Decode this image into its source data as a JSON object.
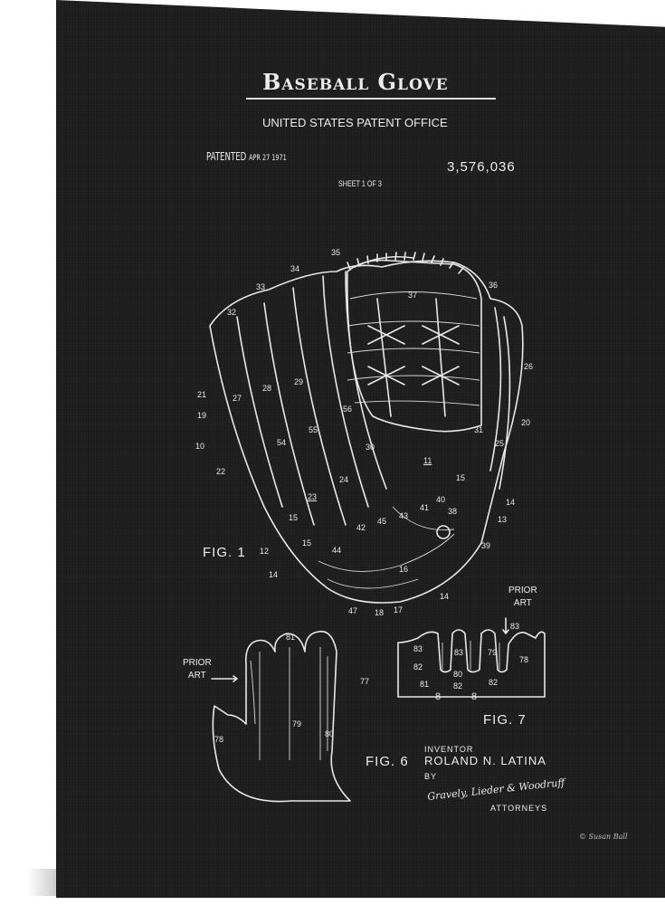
{
  "title": "Baseball Glove",
  "office": "UNITED STATES PATENT OFFICE",
  "patented_label": "PATENTED",
  "patented_date": "APR 27 1971",
  "patent_number": "3,576,036",
  "sheet": "SHEET 1 OF 3",
  "figures": {
    "fig1": "FIG. 1",
    "fig6": "FIG. 6",
    "fig7": "FIG. 7"
  },
  "prior_art": {
    "line1": "PRIOR",
    "line2": "ART"
  },
  "inventor_label": "INVENTOR",
  "inventor_name": "ROLAND N. LATINA",
  "by_label": "BY",
  "attorney_signature": "Gravely, Lieder & Woodruff",
  "attorneys_label": "ATTORNEYS",
  "artist_signature": "© Susan Ball",
  "fig1_refs": [
    "35",
    "34",
    "33",
    "32",
    "36",
    "37",
    "26",
    "21",
    "27",
    "28",
    "29",
    "56",
    "19",
    "20",
    "55",
    "31",
    "25",
    "10",
    "54",
    "30",
    "11",
    "22",
    "24",
    "15",
    "14",
    "23",
    "40",
    "41",
    "38",
    "13",
    "43",
    "45",
    "15",
    "42",
    "15",
    "44",
    "39",
    "12",
    "16",
    "14",
    "14",
    "47",
    "18",
    "17"
  ],
  "fig6_refs": [
    "81",
    "77",
    "79",
    "80",
    "78"
  ],
  "fig7_refs": [
    "83",
    "83",
    "83",
    "79",
    "78",
    "82",
    "80",
    "81",
    "82",
    "82",
    "8",
    "8"
  ]
}
